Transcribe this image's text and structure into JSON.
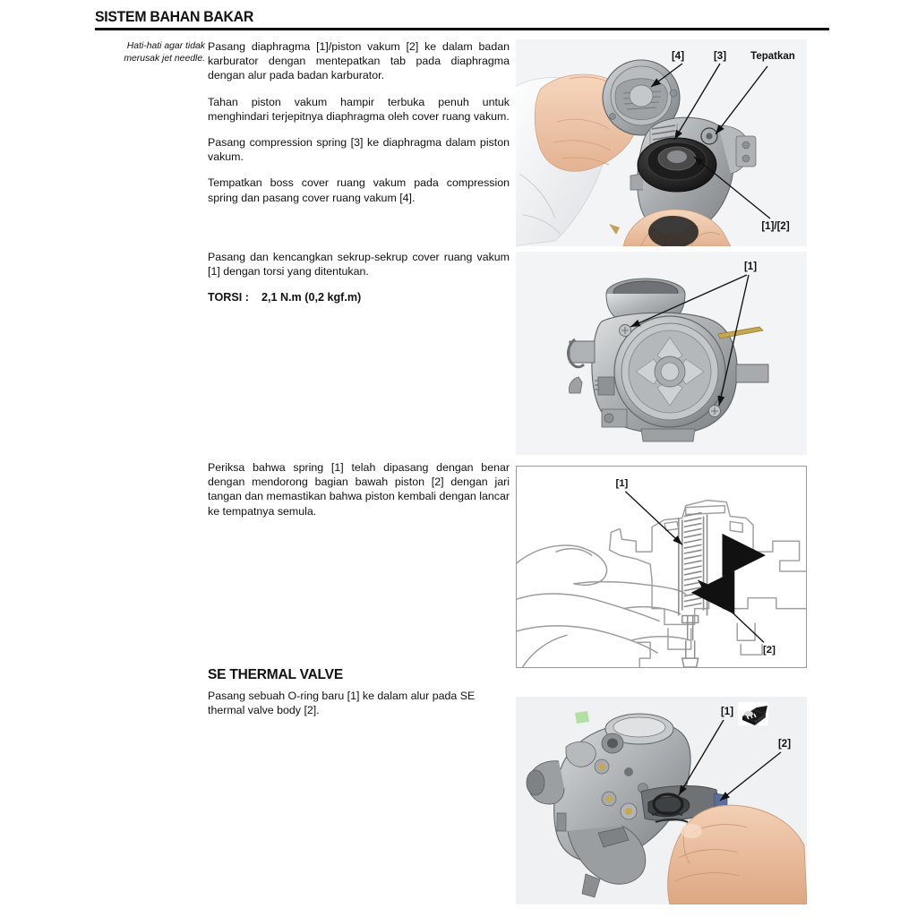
{
  "header": {
    "title": "SISTEM BAHAN BAKAR"
  },
  "note": {
    "line1": "Hati-hati agar tidak",
    "line2": "merusak jet needle."
  },
  "body": {
    "p1": "Pasang diaphragma [1]/piston vakum [2] ke dalam badan karburator dengan mentepatkan tab pada diaphragma dengan alur pada badan karburator.",
    "p2": "Tahan piston vakum hampir terbuka penuh untuk menghindari terjepitnya diaphragma oleh cover ruang vakum.",
    "p3": "Pasang compression spring [3] ke diaphragma dalam piston vakum.",
    "p4": "Tempatkan boss cover ruang vakum pada compression spring dan pasang cover ruang vakum [4].",
    "p5": "Pasang dan kencangkan sekrup-sekrup cover ruang vakum [1] dengan torsi yang ditentukan.",
    "torque_label": "TORSI :",
    "torque_value": "2,1 N.m (0,2 kgf.m)",
    "p6": "Periksa bahwa spring [1] telah dipasang dengan benar dengan mendorong bagian bawah piston [2] dengan jari tangan dan memastikan bahwa piston kembali dengan lancar ke tempatnya semula.",
    "section2_heading": "SE THERMAL VALVE",
    "p7": "Pasang sebuah O-ring baru [1] ke dalam alur pada SE thermal valve body [2]."
  },
  "figures": {
    "fig1": {
      "name": "vacuum-chamber-assembly-photo",
      "callouts": [
        {
          "label": "[4]",
          "name": "callout-4"
        },
        {
          "label": "[3]",
          "name": "callout-3"
        },
        {
          "label": "Tepatkan",
          "name": "callout-tepatkan"
        },
        {
          "label": "[1]/[2]",
          "name": "callout-1-2"
        }
      ]
    },
    "fig2": {
      "name": "carburetor-cover-screws-photo",
      "callouts": [
        {
          "label": "[1]",
          "name": "callout-1"
        }
      ]
    },
    "fig3": {
      "name": "piston-spring-cross-section-drawing",
      "callouts": [
        {
          "label": "[1]",
          "name": "callout-1"
        },
        {
          "label": "[2]",
          "name": "callout-2"
        }
      ]
    },
    "fig4": {
      "name": "se-thermal-valve-oring-photo",
      "callouts": [
        {
          "label": "[1]",
          "name": "callout-1"
        },
        {
          "label": "[2]",
          "name": "callout-2"
        }
      ],
      "symbol": "grease-icon"
    }
  },
  "colors": {
    "text": "#111111",
    "photo_bg": "#f3f4f5",
    "frame_border": "#9a9a9a",
    "rule": "#111111"
  }
}
